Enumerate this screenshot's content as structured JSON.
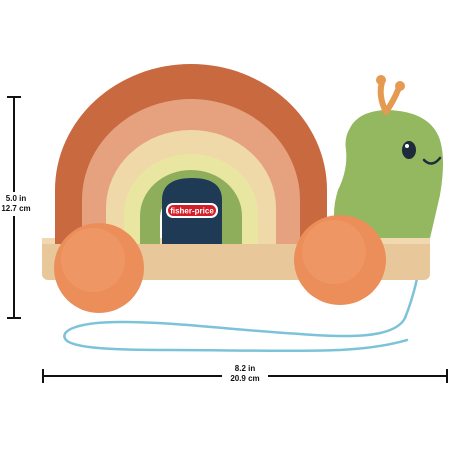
{
  "product": {
    "description_alt": "",
    "brand_logo_text": "fisher-price"
  },
  "dimensions": {
    "height": {
      "imperial": "5.0 in",
      "metric": "12.7 cm"
    },
    "width": {
      "imperial": "8.2 in",
      "metric": "20.9 cm"
    }
  },
  "colors": {
    "arch_outer": "#c8693f",
    "arch_2": "#e6a27f",
    "arch_3": "#f0d9a8",
    "arch_4": "#e9e6a2",
    "arch_inner": "#8fae5c",
    "block_navy": "#1f3a55",
    "logo_red": "#d21f2a",
    "base_wood": "#e8c89a",
    "wheels": "#ec8e5a",
    "snail_green": "#93b860",
    "antenna": "#e59a52",
    "string": "#7cc3da"
  }
}
